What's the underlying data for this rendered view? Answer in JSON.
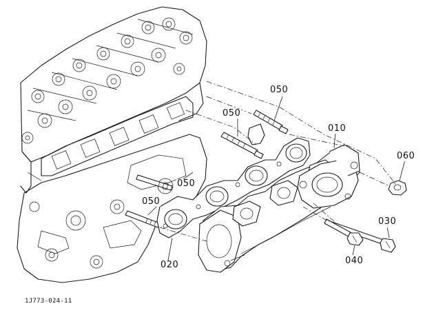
{
  "callouts": {
    "c050_top": "050",
    "c050_mid": "050",
    "c050_right": "050",
    "c050_left": "050",
    "c010": "010",
    "c060": "060",
    "c030": "030",
    "c040": "040",
    "c020": "020"
  },
  "figure_id": "1J773-024-11",
  "colors": {
    "line": "#1a1a1a",
    "background": "#ffffff"
  }
}
